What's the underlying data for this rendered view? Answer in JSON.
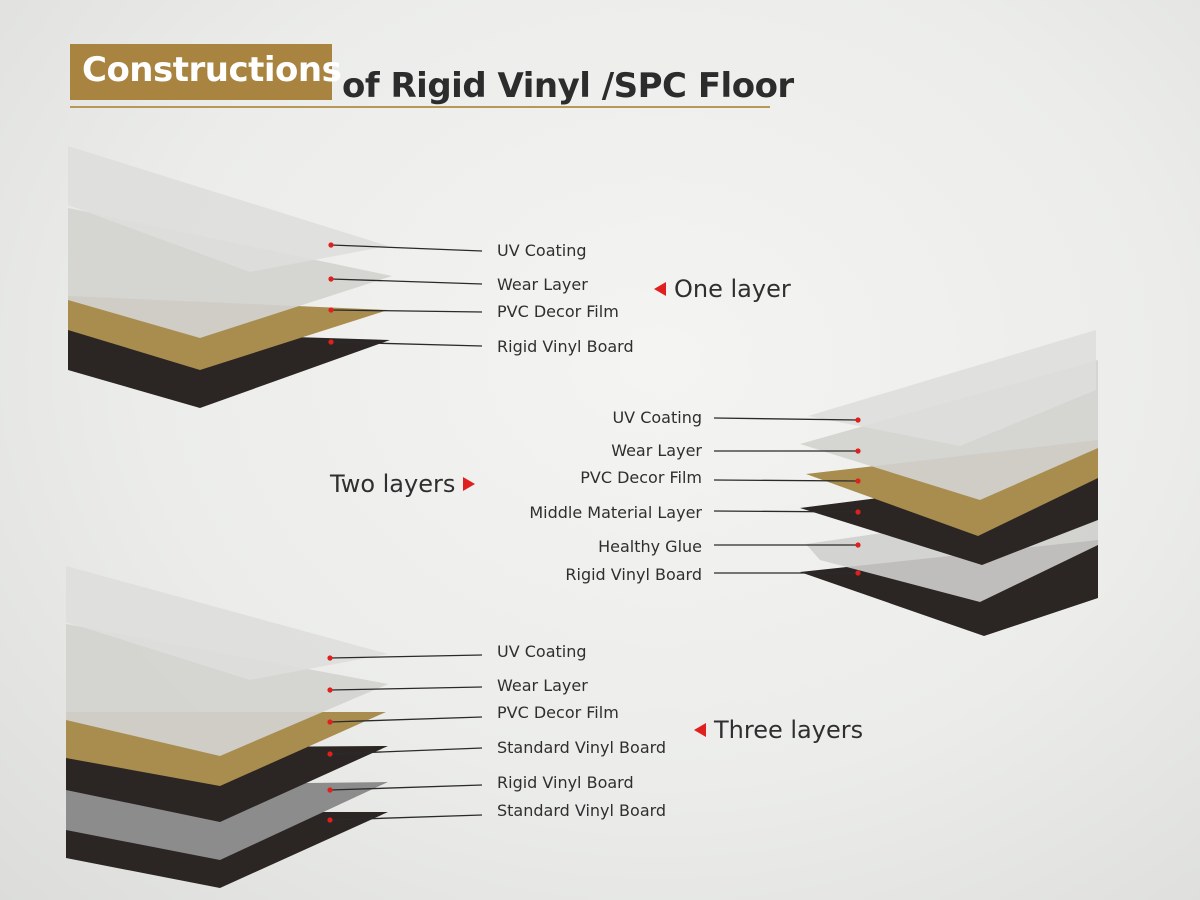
{
  "title": {
    "highlight": "Constructions",
    "rest": "of Rigid Vinyl /SPC Floor"
  },
  "colors": {
    "title_highlight": "#a88440",
    "marker": "#e0201e",
    "uv_coating": "#dcdcdc",
    "wear_layer": "#cfcfcd",
    "pvc_decor_film": "#a88d4f",
    "rigid_vinyl_board": "#2b2624",
    "standard_vinyl_board": "#8c8c8c"
  },
  "one_layer": {
    "group_label": "One layer",
    "layers": [
      "UV Coating",
      "Wear Layer",
      "PVC Decor Film",
      "Rigid Vinyl Board"
    ]
  },
  "two_layers": {
    "group_label": "Two layers",
    "layers": [
      "UV Coating",
      "Wear Layer",
      "PVC Decor Film",
      "Middle Material Layer",
      "Healthy Glue",
      "Rigid Vinyl Board"
    ]
  },
  "three_layers": {
    "group_label": "Three layers",
    "layers": [
      "UV Coating",
      "Wear Layer",
      "PVC Decor Film",
      "Standard Vinyl Board",
      "Rigid Vinyl Board",
      "Standard Vinyl Board"
    ]
  }
}
